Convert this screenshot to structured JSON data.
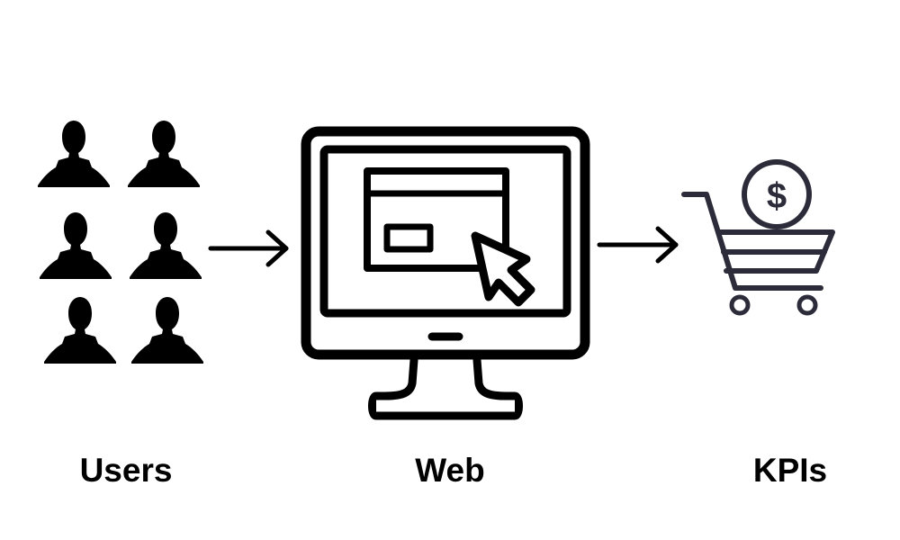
{
  "nodes": [
    {
      "id": "users",
      "label": "Users",
      "icon": "users-group-icon"
    },
    {
      "id": "web",
      "label": "Web",
      "icon": "computer-monitor-icon"
    },
    {
      "id": "kpis",
      "label": "KPIs",
      "icon": "shopping-cart-dollar-icon"
    }
  ],
  "edges": [
    {
      "from": "users",
      "to": "web"
    },
    {
      "from": "web",
      "to": "kpis"
    }
  ],
  "icons": {
    "currency_symbol": "$"
  },
  "colors": {
    "foreground": "#000000",
    "cart": "#2b2b3a",
    "background": "#ffffff"
  }
}
